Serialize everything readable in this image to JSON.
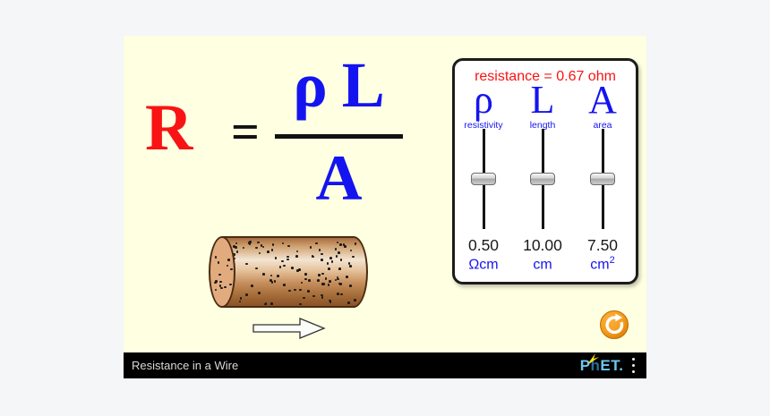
{
  "app": {
    "formula": {
      "R": "R",
      "equals": "=",
      "rho": "ρ",
      "L": "L",
      "A": "A"
    },
    "control_panel": {
      "readout": "resistance = 0.67 ohm",
      "sliders": [
        {
          "symbol": "ρ",
          "label": "resistivity",
          "value": "0.50",
          "unit": "Ωcm",
          "unit_sup": ""
        },
        {
          "symbol": "L",
          "label": "length",
          "value": "10.00",
          "unit": "cm",
          "unit_sup": ""
        },
        {
          "symbol": "A",
          "label": "area",
          "value": "7.50",
          "unit": "cm",
          "unit_sup": "2"
        }
      ]
    },
    "wire": {
      "body_dots": 112,
      "cap_dots": 14
    },
    "title_bar": {
      "title": "Resistance in a Wire",
      "logo": {
        "p": "P",
        "h": "h",
        "et": "ET",
        "period": "."
      }
    },
    "colors": {
      "stage_background": "#ffffe1",
      "formula_red": "#f81414",
      "formula_blue": "#1414f0",
      "panel_background": "#ffffff",
      "reset_orange": "#f59c1d",
      "phet_blue": "#6cc7f0",
      "phet_yellow": "#ffe11a"
    }
  }
}
